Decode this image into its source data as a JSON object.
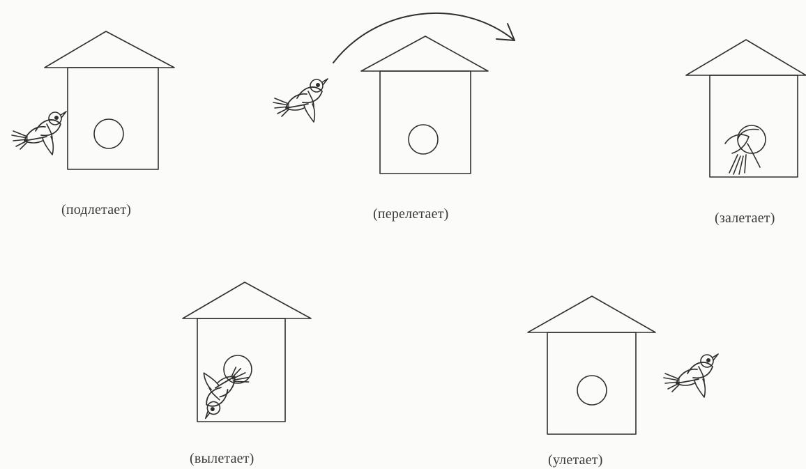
{
  "captions": [
    "(подлетает)",
    "(перелетает)",
    "(залетает)",
    "(вылетает)",
    "(улетает)"
  ],
  "colors": {
    "ink": "#2f2f2f",
    "paper": "#fbfbfa"
  },
  "icons": [
    "birdhouse-icon",
    "bird-icon",
    "curved-arrow-icon"
  ]
}
